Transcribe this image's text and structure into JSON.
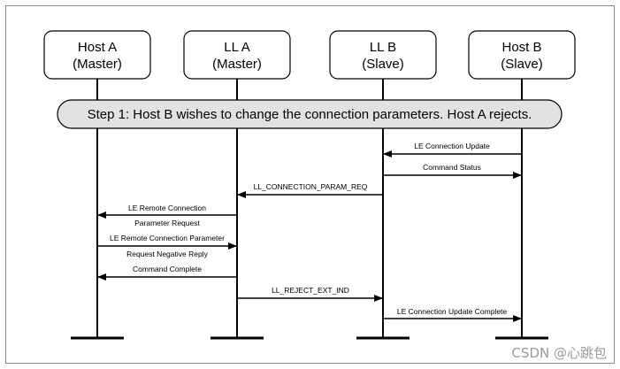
{
  "participants": [
    {
      "line1": "Host A",
      "line2": "(Master)"
    },
    {
      "line1": "LL A",
      "line2": "(Master)"
    },
    {
      "line1": "LL B",
      "line2": "(Slave)"
    },
    {
      "line1": "Host B",
      "line2": "(Slave)"
    }
  ],
  "step": {
    "text": "Step 1: Host B wishes to change the connection parameters. Host A rejects."
  },
  "messages": [
    {
      "from": 3,
      "to": 2,
      "lines": [
        "LE Connection Update"
      ]
    },
    {
      "from": 2,
      "to": 3,
      "lines": [
        "Command Status"
      ]
    },
    {
      "from": 2,
      "to": 1,
      "lines": [
        "LL_CONNECTION_PARAM_REQ"
      ]
    },
    {
      "from": 1,
      "to": 0,
      "lines": [
        "LE Remote Connection",
        "Parameter Request"
      ]
    },
    {
      "from": 0,
      "to": 1,
      "lines": [
        "LE Remote Connection Parameter",
        "Request Negative Reply"
      ]
    },
    {
      "from": 1,
      "to": 0,
      "lines": [
        "Command Complete"
      ]
    },
    {
      "from": 1,
      "to": 2,
      "lines": [
        "LL_REJECT_EXT_IND"
      ]
    },
    {
      "from": 2,
      "to": 3,
      "lines": [
        "LE Connection Update Complete"
      ]
    }
  ],
  "watermark": "CSDN @心跳包"
}
